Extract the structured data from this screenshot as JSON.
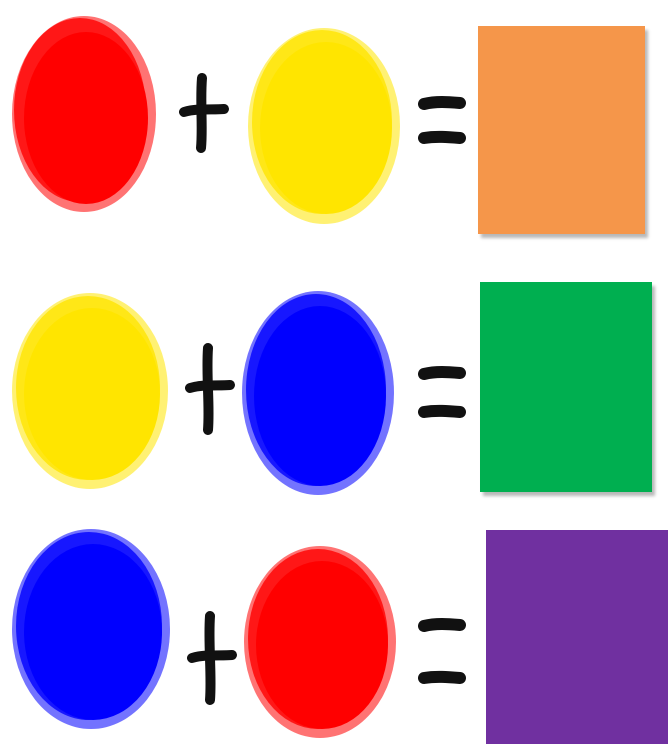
{
  "colors": {
    "red": "#ff0000",
    "yellow": "#ffe500",
    "blue": "#0000ff",
    "orange": "#f5964a",
    "green": "#00af50",
    "purple": "#7030a0",
    "ink": "#111111"
  },
  "equations": [
    {
      "left": "red",
      "right": "yellow",
      "result": "orange"
    },
    {
      "left": "yellow",
      "right": "blue",
      "result": "green"
    },
    {
      "left": "blue",
      "right": "red",
      "result": "purple"
    }
  ]
}
